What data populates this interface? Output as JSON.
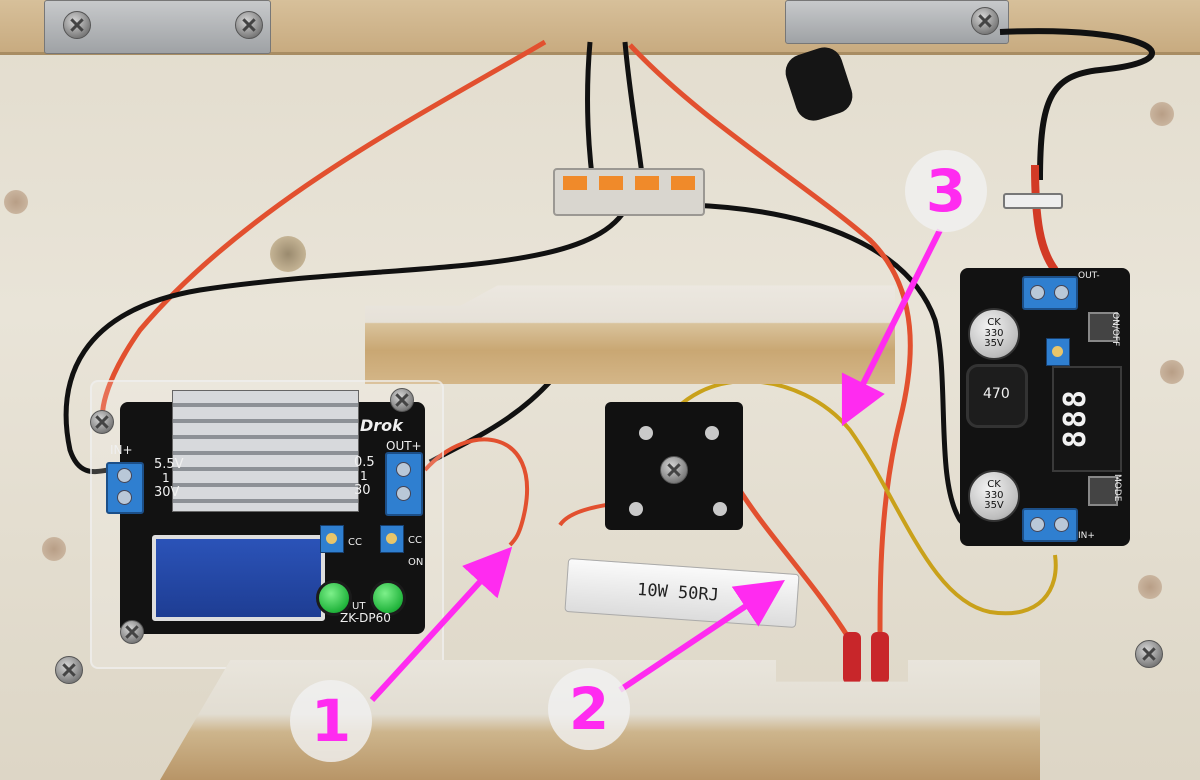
{
  "scene": {
    "callouts": [
      {
        "id": "1",
        "label": "1"
      },
      {
        "id": "2",
        "label": "2"
      },
      {
        "id": "3",
        "label": "3"
      }
    ],
    "left_module": {
      "brand": "Drok",
      "model": "ZK-DP60",
      "in_label": "IN+",
      "out_label": "OUT+",
      "in_range_top": "5.5V",
      "in_range_mid": "1",
      "in_range_bot": "30V",
      "out_range_top": "0.5",
      "out_range_mid": "1",
      "out_range_bot": "30",
      "cc_label": "CC",
      "cv_label": "CC",
      "on_label": "ON",
      "out_small": "UT"
    },
    "resistor": {
      "label": "10W 50RJ"
    },
    "right_module": {
      "cap_top": "CK\n330\n35V",
      "cap_bottom": "CK\n330\n35V",
      "inductor": "470",
      "display": "888",
      "out_label": "OUT-",
      "on_off_label": "ON/OFF",
      "mode_label": "MODE",
      "in_label": "IN+"
    },
    "colors": {
      "callout_text": "#ff2bf0",
      "arrow": "#ff2bf0",
      "wire_red": "#e2502f",
      "wire_black": "#111111",
      "wire_yellow": "#c9a11a"
    }
  }
}
